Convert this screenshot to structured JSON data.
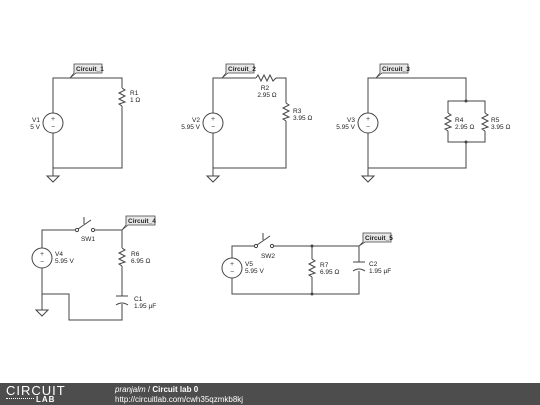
{
  "circuits": [
    {
      "tag": "Circuit_1",
      "source": {
        "name": "V1",
        "value": "5 V"
      },
      "parts": [
        {
          "name": "R1",
          "value": "1 Ω"
        }
      ]
    },
    {
      "tag": "Circuit_2",
      "source": {
        "name": "V2",
        "value": "5.95 V"
      },
      "parts": [
        {
          "name": "R2",
          "value": "2.95 Ω"
        },
        {
          "name": "R3",
          "value": "3.95 Ω"
        }
      ]
    },
    {
      "tag": "Circuit_3",
      "source": {
        "name": "V3",
        "value": "5.95 V"
      },
      "parts": [
        {
          "name": "R4",
          "value": "2.95 Ω"
        },
        {
          "name": "R5",
          "value": "3.95 Ω"
        }
      ]
    },
    {
      "tag": "Circuit_4",
      "source": {
        "name": "V4",
        "value": "5.95 V"
      },
      "switch": "SW1",
      "parts": [
        {
          "name": "R6",
          "value": "6.95 Ω"
        },
        {
          "name": "C1",
          "value": "1.95 µF"
        }
      ]
    },
    {
      "tag": "Circuit_5",
      "source": {
        "name": "V5",
        "value": "5.95 V"
      },
      "switch": "SW2",
      "parts": [
        {
          "name": "R7",
          "value": "6.95 Ω"
        },
        {
          "name": "C2",
          "value": "1.95 µF"
        }
      ]
    }
  ],
  "footer": {
    "logo_top": "CIRCUIT",
    "logo_bottom": "LAB",
    "author": "pranjalm",
    "separator": " / ",
    "title": "Circuit lab 0",
    "url": "http://circuitlab.com/cwh35qzmkb8kj"
  }
}
